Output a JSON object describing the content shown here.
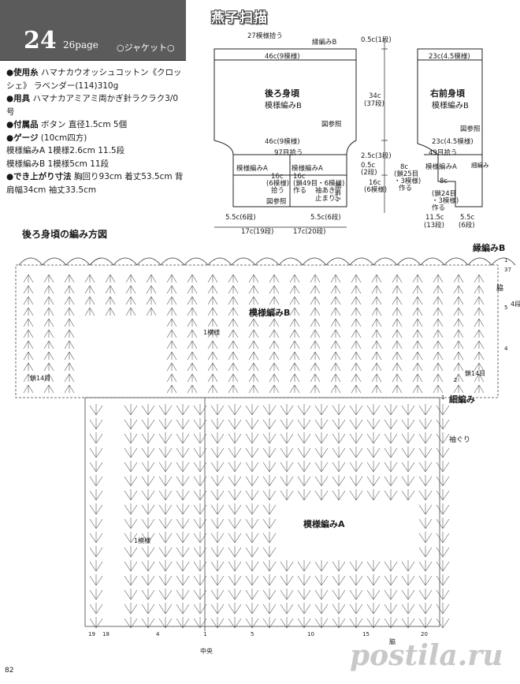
{
  "header": {
    "number": "24",
    "page_ref": "26page",
    "item": "○ジャケット○",
    "site_title": "燕子扫描"
  },
  "spec": {
    "lines": [
      [
        "●使用糸",
        "ハマナカウオッシュコットン《クロッシェ》 ラベンダー(114)310g"
      ],
      [
        "●用具",
        "ハマナカアミアミ両かぎ針ラクラク3/0号"
      ],
      [
        "●付属品",
        "ボタン 直径1.5cm 5個"
      ],
      [
        "●ゲージ",
        "(10cm四方)"
      ],
      [
        "",
        "模様編みA 1模様2.6cm 11.5段"
      ],
      [
        "",
        "模様編みB 1模様5cm 11段"
      ],
      [
        "●でき上がり寸法",
        "胸回り93cm 着丈53.5cm 背肩幅34cm 袖丈33.5cm"
      ]
    ]
  },
  "back_schematic": {
    "top_label": "27模様拾う",
    "edge_label": "縁編みB",
    "w46_top": "46c(9模様)",
    "name": "後ろ身頃",
    "pattern": "模様編みB",
    "ref": "図参照",
    "w46_bottom": "46c(9模様)",
    "pick97": "97目拾う",
    "patA": "模様編みA",
    "c16a": "16c",
    "c16b": "(6模様)",
    "c16c": "拾う",
    "patA2": "模様編みA",
    "c16d": "16c",
    "c16e": "(鎖49目・6模様)",
    "c16f": "作る",
    "hole": "袖あき",
    "hole2": "止まり",
    "narrow": "細編み",
    "ref2": "図参照",
    "c55a": "5.5c(6段)",
    "c55b": "5.5c(6段)",
    "w17a": "17c(19段)",
    "w17b": "17c(20段)",
    "h05": "0.5c(1段)",
    "h34": "34c",
    "h34b": "(37段)",
    "h25": "2.5c(3段)",
    "h05b": "0.5c",
    "h05c": "(2段)",
    "h16": "16c",
    "h16b": "(6模様)"
  },
  "front_schematic": {
    "w23_top": "23c(4.5模様)",
    "name": "右前身頃",
    "pattern": "模様編みB",
    "ref": "図参照",
    "w23_bottom": "23c(4.5模様)",
    "pick49": "49目拾う",
    "patA": "模様編みA",
    "c8": "8c",
    "c8b": "(鎖25目",
    "c8c": "・3模様)",
    "c8d": "作る",
    "c8e": "8c",
    "c8f": "(鎖24目",
    "c8g": "・3模様)",
    "c8h": "作る",
    "narrow": "細編み",
    "w115": "11.5c",
    "w115b": "(13段)",
    "w55": "5.5c",
    "w55b": "(6段)"
  },
  "diagram": {
    "title": "後ろ身頃の編み方図",
    "edgeB": "縁編みB",
    "side": "脇",
    "patB": "模様編みB",
    "patA": "模様編みA",
    "narrow": "細編み",
    "armhole": "袖ぐり",
    "one_motif": "1模様",
    "one_motif_v": "1模様",
    "chain14a": "鎖14目",
    "chain14b": "鎖14目",
    "four_rows": "4段",
    "four_rows_v": "1模様",
    "row_marks": [
      "1",
      "37",
      "5",
      "4",
      "2",
      "1"
    ],
    "bottom_marks": [
      "19",
      "18",
      "4",
      "1",
      "5",
      "10",
      "15",
      "20"
    ],
    "center": "中央",
    "hem": "脇"
  },
  "page_number": "82",
  "logo": "postila.ru"
}
